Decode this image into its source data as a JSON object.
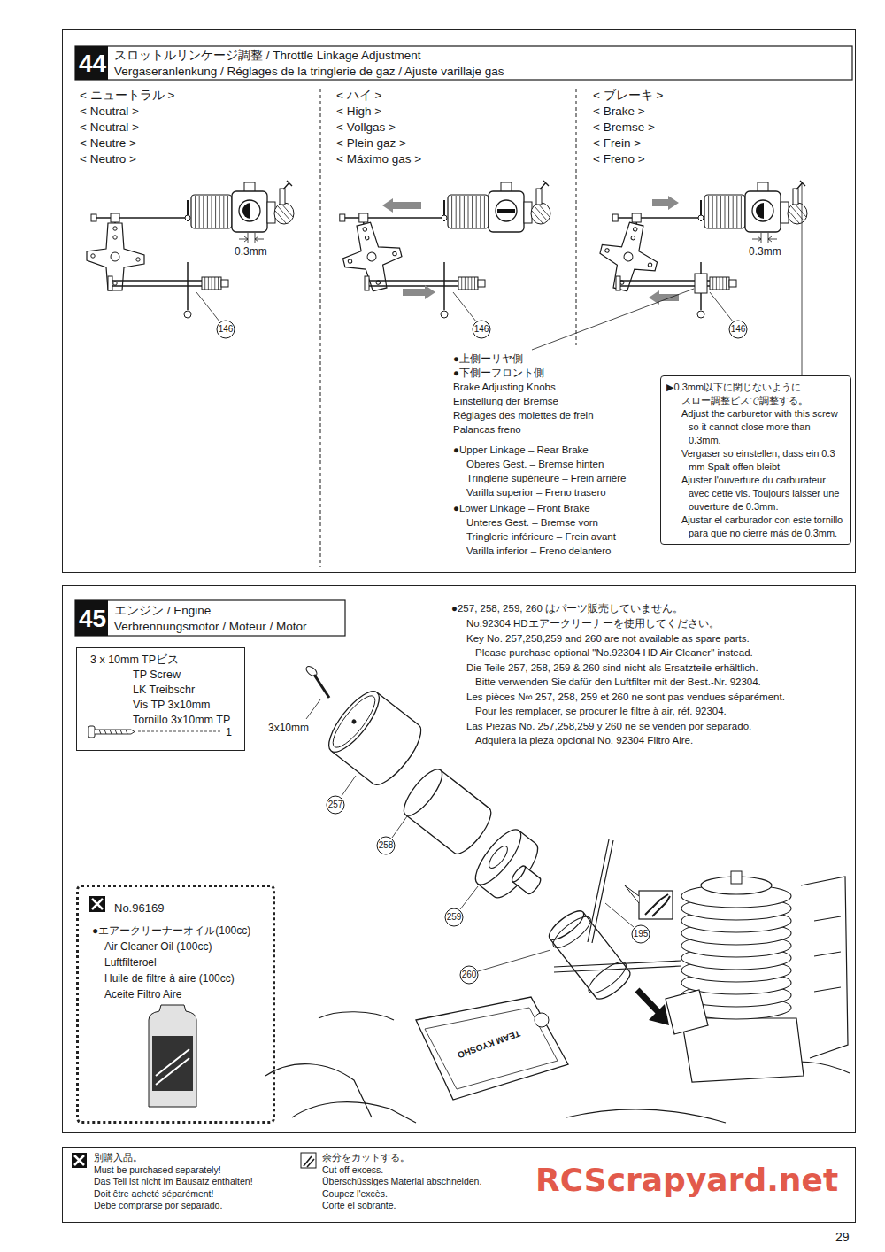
{
  "diagram": {
    "nodes": [
      {
        "text": [
          "44",
          "スロットルリンケージ調整 / Throttle Linkage Adjustment",
          "Vergaseranlenkung / Réglages de la tringlerie de gaz / Ajuste varillaje gas"
        ]
      },
      {
        "text": [
          "▶0.3mm以下に閉じないように スロー調整ビスで調整する。",
          "Adjust the carburetor with this screw so it cannot close more than 0.3mm.",
          "Vergaser so einstellen, dass ein 0.3 mm Spalt offen bleibt",
          "Ajuster l'ouverture du carburateur avec cette vis. Toujours laisser une ouverture de 0.3mm.",
          "Ajustar el carburador con este tornillo para que no cierre más de 0.3mm."
        ],
        "in": 0
      },
      {
        "text": [
          "45",
          "エンジン / Engine",
          "Verbrennungsmotor / Moteur / Motor"
        ]
      },
      {
        "text": [
          "3 x 10mm TPビス",
          "TP Screw",
          "LK Treibschr",
          "Vis TP 3x10mm",
          "Tornillo 3x10mm TP",
          "1"
        ],
        "in": 2
      },
      {
        "text": [
          "No.96169",
          "●エアークリーナーオイル(100cc)",
          "Air Cleaner Oil (100cc)",
          "Luftfilteroel",
          "Huile de filtre à aire (100cc)",
          "Aceite Filtro Aire"
        ],
        "in": 2
      },
      {
        "text": [
          "別購入品。",
          "Must be purchased separately!",
          "Das Teil ist nicht im Bausatz enthalten!",
          "Doit être acheté séparément!",
          "Debe comprarse por separado.",
          "余分をカットする。",
          "Cut off excess.",
          "Überschüssiges Material abschneiden.",
          "Coupez l'excès.",
          "Corte el sobrante."
        ]
      }
    ],
    "labels": [
      "< ニュートラル >",
      "< Neutral >",
      "< Neutral >",
      "< Neutre >",
      "< Neutro >",
      "< ハイ >",
      "< High >",
      "< Vollgas >",
      "< Plein gaz >",
      "< Máximo gas >",
      "< ブレーキ >",
      "< Brake >",
      "< Bremse >",
      "< Frein >",
      "< Freno >",
      "0.3mm",
      "146",
      "146",
      "0.3mm",
      "146",
      "●上側ーリヤ側",
      "●下側ーフロント側",
      "Brake Adjusting Knobs",
      "Einstellung der Bremse",
      "Réglages des molettes de frein",
      "Palancas freno",
      "●Upper Linkage – Rear Brake",
      "Oberes Gest. – Bremse hinten",
      "Tringlerie supérieure – Frein arrière",
      "Varilla superior – Freno trasero",
      "●Lower Linkage – Front Brake",
      "Unteres Gest. – Bremse vorn",
      "Tringlerie inférieure – Frein avant",
      "Varilla inferior – Freno delantero",
      "●257, 258, 259, 260 はパーツ販売していません。",
      "No.92304 HDエアークリーナーを使用してください。",
      "Key No. 257,258,259 and 260 are not available as spare parts.",
      "Please purchase optional \"No.92304 HD Air Cleaner\" instead.",
      "Die Teile 257, 258, 259 & 260 sind nicht als Ersatzteile erhältlich.",
      "Bitte verwenden Sie dafür den Luftfilter mit der Best.-Nr. 92304.",
      "Les pièces N∞ 257, 258, 259 et 260 ne sont pas vendues séparément.",
      "Pour les remplacer, se procurer le filtre à air, réf. 92304.",
      "Las Piezas No. 257,258,259 y 260 ne se venden por separado.",
      "Adquiera la pieza opcional No. 92304 Filtro Aire.",
      "3x10mm",
      "257",
      "258",
      "259",
      "260",
      "195",
      "TEAM KYOSHO",
      "RCScrapyard.net",
      "29"
    ]
  }
}
